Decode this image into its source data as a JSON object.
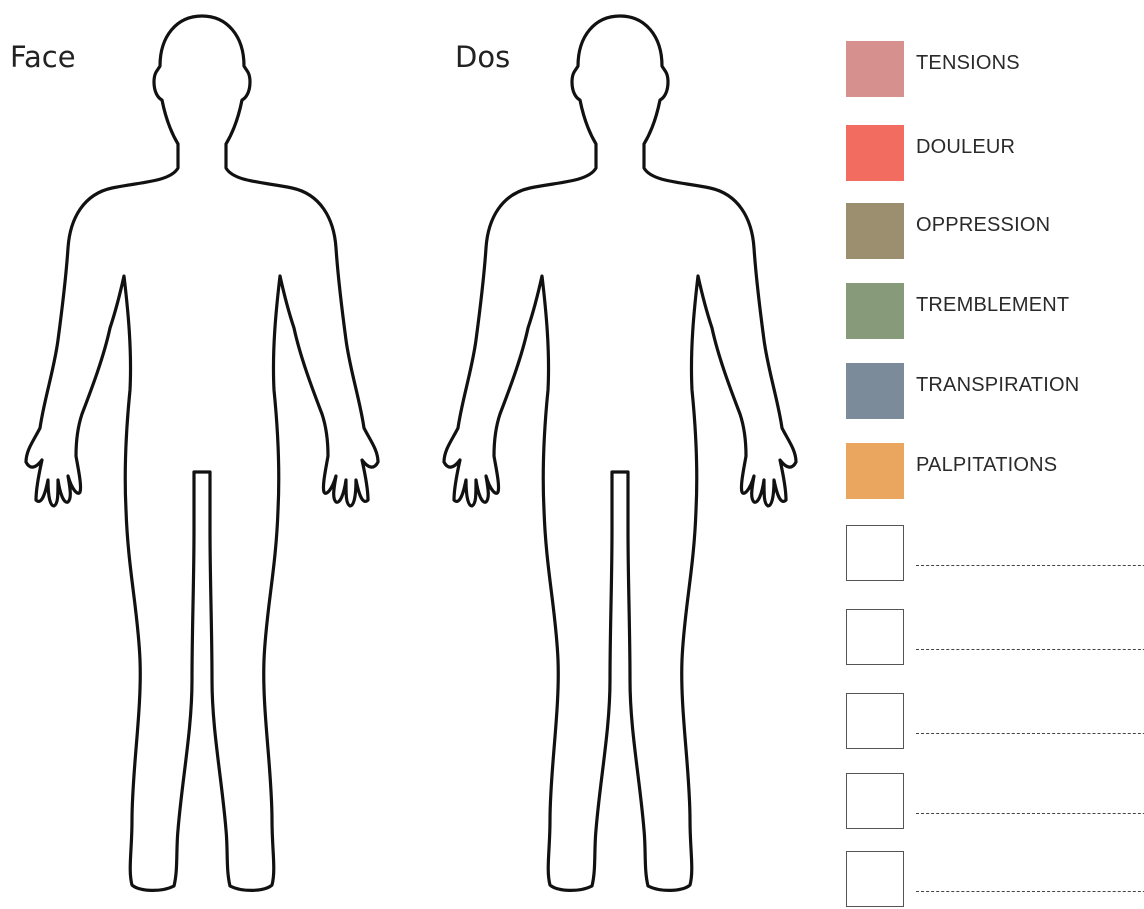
{
  "views": {
    "front": "Face",
    "back": "Dos"
  },
  "legend": [
    {
      "label": "TENSIONS",
      "color": "#d6918e"
    },
    {
      "label": "DOULEUR",
      "color": "#f26d60"
    },
    {
      "label": "OPPRESSION",
      "color": "#9c8f6f"
    },
    {
      "label": "TREMBLEMENT",
      "color": "#879b7b"
    },
    {
      "label": "TRANSPIRATION",
      "color": "#7b8b9a"
    },
    {
      "label": "PALPITATIONS",
      "color": "#eaa65f"
    }
  ],
  "blank_entries": 5
}
